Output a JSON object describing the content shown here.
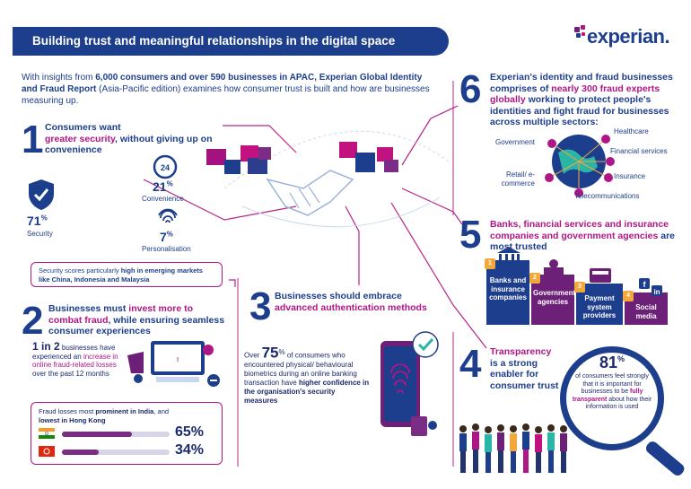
{
  "header": {
    "title": "Building trust and meaningful relationships in the digital space",
    "logo": "experian."
  },
  "intro": {
    "pre": "With insights from ",
    "bold": "6,000 consumers and over 590 businesses in APAC, Experian Global Identity and Fraud Report",
    "post": " (Asia-Pacific edition) examines how consumer trust is built and how are businesses measuring up."
  },
  "s1": {
    "num": "1",
    "head1": "Consumers want",
    "highlight": "greater security",
    "head2": ", without giving up on convenience",
    "security_pct": "71",
    "security_label": "Security",
    "convenience_pct": "21",
    "convenience_label": "Convenience",
    "personalisation_pct": "7",
    "personalisation_label": "Personalisation",
    "pct_sign": "%",
    "note_pre": "Security scores particularly ",
    "note_bold": "high in emerging markets like China, Indonesia and Malaysia"
  },
  "s2": {
    "num": "2",
    "head1": "Businesses must ",
    "highlight": "invest more to combat fraud",
    "head2": ", while ensuring seamless consumer experiences",
    "stat_bold": "1 in 2",
    "stat_text": " businesses have experienced an ",
    "stat_hl": "increase in online fraud-related losses",
    "stat_end": " over the past 12 months",
    "loss_pre": "Fraud losses most ",
    "loss_bold1": "prominent in India",
    "loss_mid": ", and ",
    "loss_bold2": "lowest in Hong Kong",
    "india_pct": "65",
    "hk_pct": "34",
    "india_value": 0.65,
    "hk_value": 0.34
  },
  "s3": {
    "num": "3",
    "head1": "Businesses should embrace",
    "highlight": "advanced authentication methods",
    "over": "Over ",
    "pct": "75",
    "text1": " of consumers who encountered physical/ behavioural biometrics during an online banking transaction have ",
    "bold": "higher confidence in the organisation's security measures"
  },
  "s4": {
    "num": "4",
    "head1": "Transparency",
    "head2": "is a strong",
    "head3": "enabler for",
    "head4": "consumer trust",
    "pct": "81",
    "text1": "of consumers feel strongly that it is important for businesses to be ",
    "bold": "fully transparent",
    "text2": " about how their information is used"
  },
  "s5": {
    "num": "5",
    "head1": "Banks, financial services and insurance companies and government agencies",
    "head2": " are most trusted",
    "tiles": [
      {
        "rank": "1",
        "label": "Banks and insurance companies"
      },
      {
        "rank": "2",
        "label": "Government agencies"
      },
      {
        "rank": "3",
        "label": "Payment system providers"
      },
      {
        "rank": "4",
        "label": "Social media"
      }
    ]
  },
  "s6": {
    "num": "6",
    "head1": "Experian's identity and fraud businesses comprises of ",
    "highlight": "nearly 300 fraud experts globally",
    "head2": " working to protect people's identities and fight fraud for businesses across multiple sectors:",
    "sectors": {
      "government": "Government",
      "healthcare": "Healthcare",
      "financial": "Financial services",
      "insurance": "Insurance",
      "retail": "Retail/ e-commerce",
      "telecom": "Telecommunications"
    }
  },
  "colors": {
    "navy": "#1d3e8c",
    "magenta": "#af1685",
    "purple": "#6d2077"
  }
}
